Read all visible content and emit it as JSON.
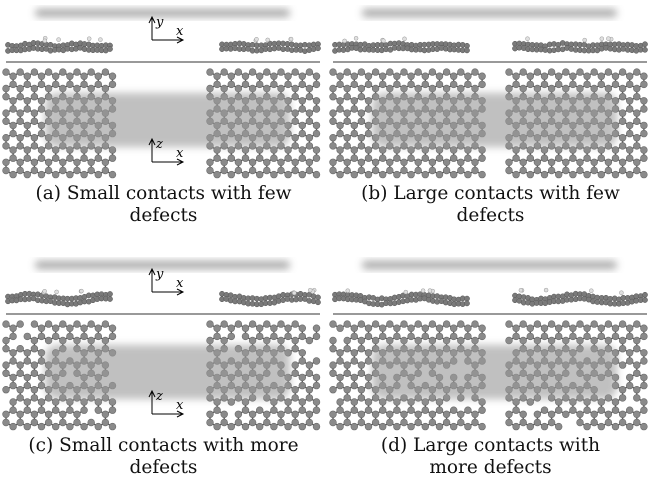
{
  "figure": {
    "panels": [
      {
        "id": "a",
        "caption_line1": "(a) Small contacts with few",
        "caption_line2": "defects",
        "axes": true,
        "size": "small",
        "defects": "few"
      },
      {
        "id": "b",
        "caption_line1": "(b) Large contacts with few",
        "caption_line2": "defects",
        "axes": false,
        "size": "large",
        "defects": "few"
      },
      {
        "id": "c",
        "caption_line1": "(c) Small contacts with more",
        "caption_line2": "defects",
        "axes": true,
        "size": "small",
        "defects": "more"
      },
      {
        "id": "d",
        "caption_line1": "(d) Large contacts with",
        "caption_line2": "more defects",
        "axes": false,
        "size": "large",
        "defects": "more"
      }
    ],
    "axis_labels": {
      "top_vertical": "y",
      "top_horizontal": "x",
      "bottom_vertical": "z",
      "bottom_horizontal": "x"
    },
    "colors": {
      "atom": "#8a8a8a",
      "bond": "#555555",
      "hydrogen": "#e0e0e0",
      "molecule_band": "#9a9a9a",
      "divider": "#333333"
    }
  }
}
